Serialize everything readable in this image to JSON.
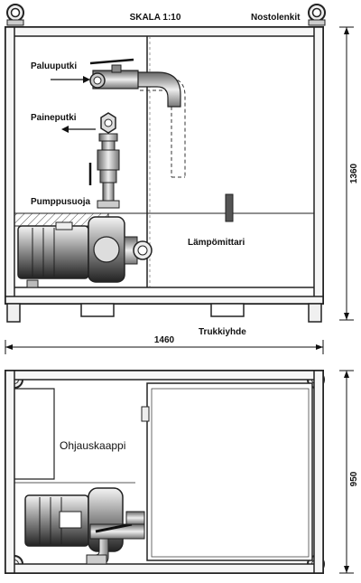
{
  "title": "SKALA 1:10",
  "labels": {
    "lifting_lugs": "Nostolenkit",
    "return_pipe": "Paluuputki",
    "pressure_pipe": "Paineputki",
    "pump_guard": "Pumppusuoja",
    "thermometer": "Lämpömittari",
    "forklift_pockets": "Trukkiyhde",
    "control_cabinet": "Ohjauskaappi"
  },
  "dimensions": {
    "height": "1360",
    "width": "1460",
    "depth": "950"
  }
}
